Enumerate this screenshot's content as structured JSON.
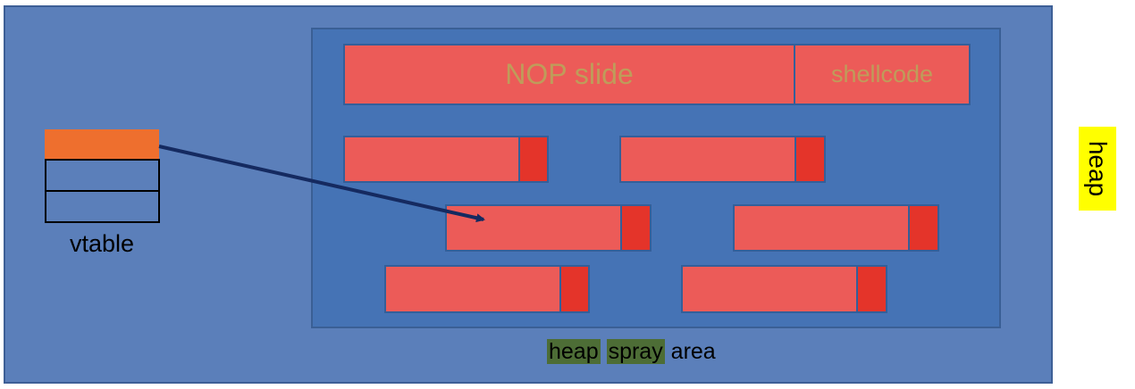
{
  "labels": {
    "nop_slide": "NOP slide",
    "shellcode": "shellcode",
    "vtable": "vtable",
    "heap": "heap",
    "heap_spray_caption": {
      "word1": "heap",
      "word2": "spray",
      "word3": "area"
    }
  },
  "colors": {
    "heap_region": "#5b7fba",
    "spray_area": "#4573b5",
    "block": "#ec5b58",
    "block_cap": "#e4342a",
    "vtable_entry": "#ee6f2e",
    "arrow": "#152a60",
    "heap_highlight": "#ffff00",
    "caption_highlight": "#4d6d36",
    "nop_text": "#bf9c5a"
  }
}
